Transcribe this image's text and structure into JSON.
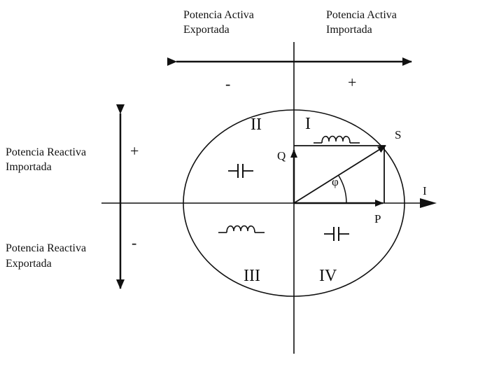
{
  "active_power": {
    "exported_label_line1": "Potencia Activa",
    "exported_label_line2": "Exportada",
    "imported_label_line1": "Potencia Activa",
    "imported_label_line2": "Importada",
    "exported_sign": "-",
    "imported_sign": "+"
  },
  "reactive_power": {
    "imported_label_line1": "Potencia Reactiva",
    "imported_label_line2": "Importada",
    "exported_label_line1": "Potencia Reactiva",
    "exported_label_line2": "Exportada",
    "imported_sign": "+",
    "exported_sign": "-"
  },
  "quadrants": {
    "q1": "I",
    "q2": "II",
    "q3": "III",
    "q4": "IV"
  },
  "vectors": {
    "apparent": "S",
    "reactive": "Q",
    "active": "P",
    "angle": "φ",
    "current": "I"
  },
  "load_symbols": {
    "q1": "inductor-icon",
    "q2": "capacitor-icon",
    "q3": "inductor-icon",
    "q4": "capacitor-icon"
  },
  "colors": {
    "ink": "#111111",
    "background": "#ffffff"
  }
}
